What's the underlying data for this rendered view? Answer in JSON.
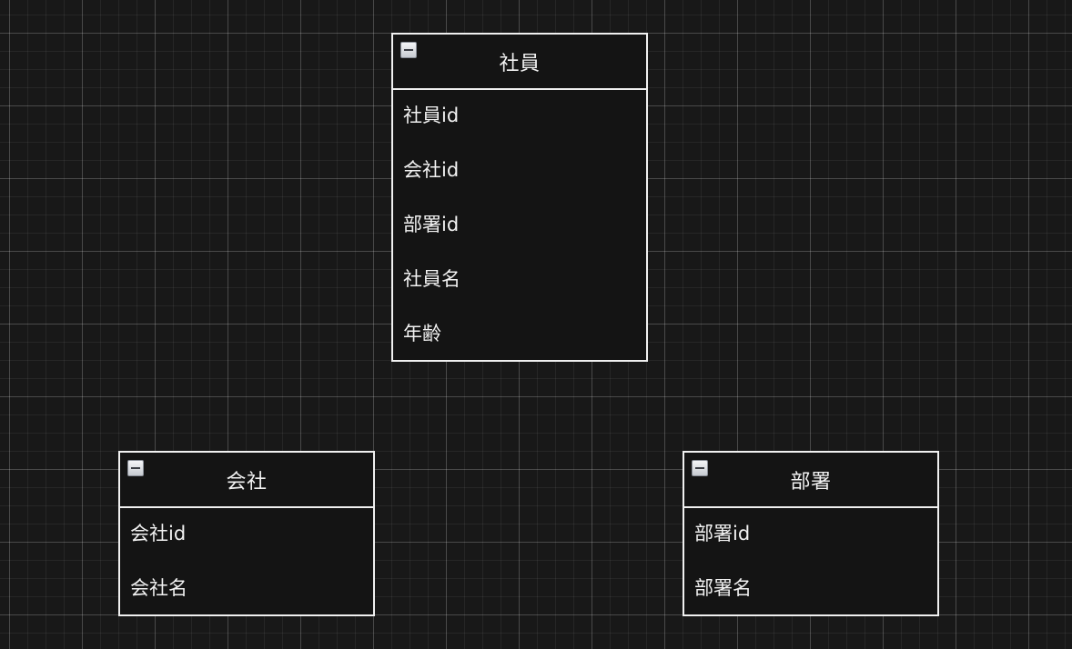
{
  "entities": {
    "employee": {
      "title": "社員",
      "attributes": [
        "社員id",
        "会社id",
        "部署id",
        "社員名",
        "年齢"
      ]
    },
    "company": {
      "title": "会社",
      "attributes": [
        "会社id",
        "会社名"
      ]
    },
    "department": {
      "title": "部署",
      "attributes": [
        "部署id",
        "部署名"
      ]
    }
  },
  "icons": {
    "collapse": "collapse-icon"
  },
  "colors": {
    "canvas_background": "#181818",
    "entity_border": "#f0f0f0",
    "entity_text": "#f2f2f2"
  }
}
